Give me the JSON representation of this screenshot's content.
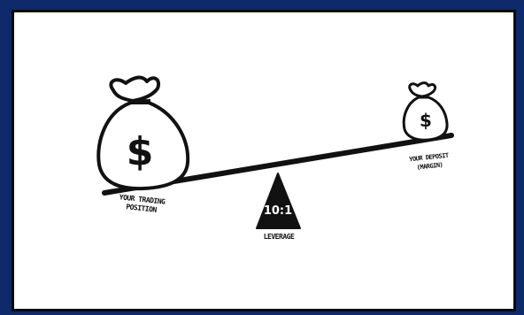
{
  "diagram": {
    "left_label": "YOUR TRADING\nPOSITION",
    "right_label": "YOUR DEPOSIT\n(MARGIN)",
    "ratio": "10:1",
    "fulcrum_label": "LEVERAGE",
    "left_bag_symbol": "$",
    "right_bag_symbol": "$",
    "colors": {
      "border": "#0e2a6b",
      "ink": "#111111",
      "background": "#ffffff"
    }
  }
}
